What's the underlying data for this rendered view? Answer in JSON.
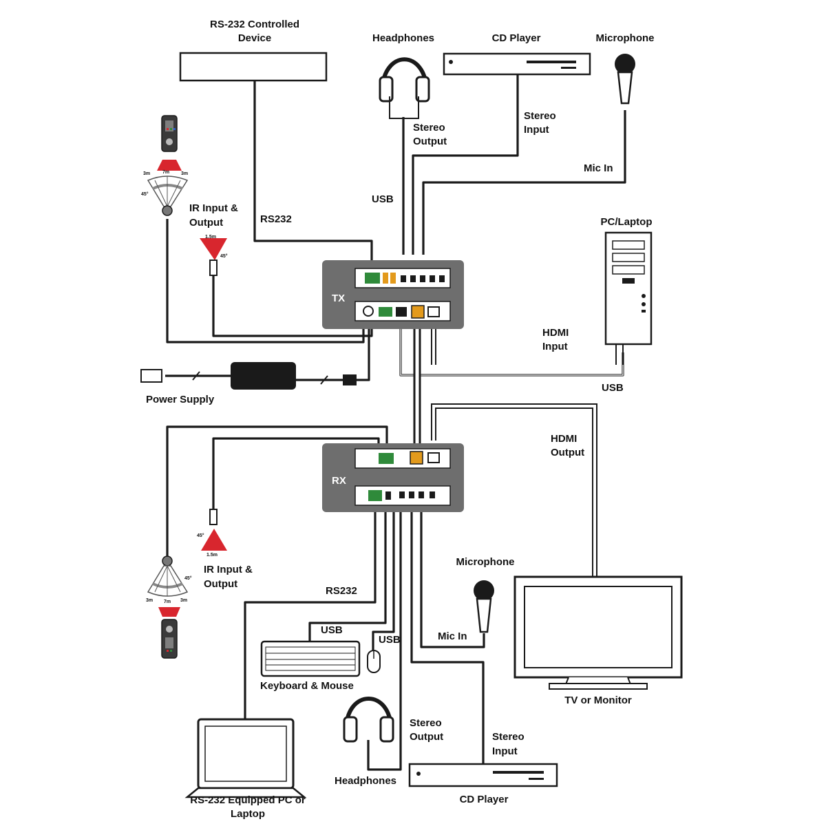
{
  "diagram": {
    "labels": {
      "rs232_device": [
        "RS-232 Controlled",
        "Device"
      ],
      "headphones_top": "Headphones",
      "cd_player_top": "CD Player",
      "microphone_top": "Microphone",
      "stereo_output_top": [
        "Stereo",
        "Output"
      ],
      "stereo_input_top": [
        "Stereo",
        "Input"
      ],
      "mic_in_top": "Mic In",
      "usb_top": "USB",
      "rs232_top": "RS232",
      "ir_io_top": [
        "IR Input &",
        "Output"
      ],
      "ir_angles_top": [
        "3m",
        "7m",
        "3m",
        "45°"
      ],
      "ir_emitter_top": [
        "1.5m",
        "45°"
      ],
      "pc_laptop": "PC/Laptop",
      "hdmi_input": [
        "HDMI",
        "Input"
      ],
      "usb_pc": "USB",
      "power_supply": "Power Supply",
      "tx_unit": "TX",
      "rx_unit": "RX",
      "hdmi_output": [
        "HDMI",
        "Output"
      ],
      "ir_emitter_bottom": [
        "45°",
        "1.5m"
      ],
      "ir_io_bottom": [
        "IR Input &",
        "Output"
      ],
      "ir_angles_bottom": [
        "45°",
        "3m",
        "7m",
        "3m"
      ],
      "rs232_bottom": "RS232",
      "usb_keyboard": "USB",
      "usb_mouse": "USB",
      "keyboard_mouse": "Keyboard & Mouse",
      "microphone_bottom": "Microphone",
      "mic_in_bottom": "Mic In",
      "tv_monitor": "TV or Monitor",
      "stereo_output_bottom": [
        "Stereo",
        "Output"
      ],
      "stereo_input_bottom": [
        "Stereo",
        "Input"
      ],
      "headphones_bottom": "Headphones",
      "cd_player_bottom": "CD Player",
      "rs232_pc": [
        "RS-232 Equipped PC or",
        "Laptop"
      ]
    },
    "colors": {
      "unit_body": "#6e6e6e",
      "cable": "#1a1a1a",
      "ir_red": "#d8262e",
      "connector_green": "#2f8a3a",
      "connector_orange": "#e39a1c"
    }
  }
}
